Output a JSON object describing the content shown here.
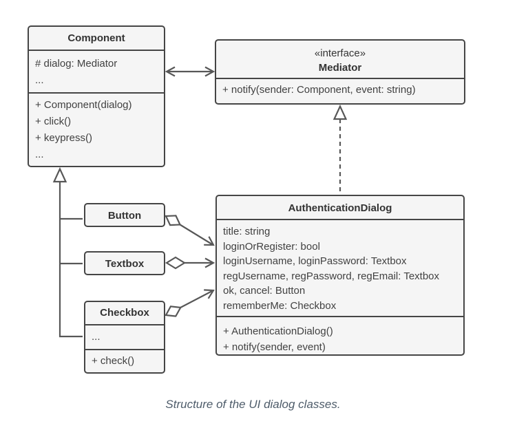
{
  "diagram": {
    "caption": "Structure of the UI dialog classes.",
    "classes": {
      "component": {
        "title": "Component",
        "attributes": [
          "# dialog: Mediator",
          "..."
        ],
        "methods": [
          "+ Component(dialog)",
          "+ click()",
          "+ keypress()",
          "..."
        ]
      },
      "mediator": {
        "stereotype": "«interface»",
        "title": "Mediator",
        "methods": [
          "+ notify(sender: Component, event: string)"
        ]
      },
      "authenticationDialog": {
        "title": "AuthenticationDialog",
        "attributes": [
          "title: string",
          "loginOrRegister: bool",
          "loginUsername, loginPassword: Textbox",
          "regUsername, regPassword, regEmail: Textbox",
          "ok, cancel: Button",
          "rememberMe: Checkbox"
        ],
        "methods": [
          "+ AuthenticationDialog()",
          "+ notify(sender, event)"
        ]
      },
      "button": {
        "title": "Button"
      },
      "textbox": {
        "title": "Textbox"
      },
      "checkbox": {
        "title": "Checkbox",
        "attributes": [
          "..."
        ],
        "methods": [
          "+ check()"
        ]
      }
    },
    "colors": {
      "boxFill": "#f5f5f5",
      "boxBorder": "#454545",
      "connectorLine": "#575757",
      "text": "#414141",
      "caption": "#4e5c6a",
      "background": "#ffffff"
    }
  }
}
